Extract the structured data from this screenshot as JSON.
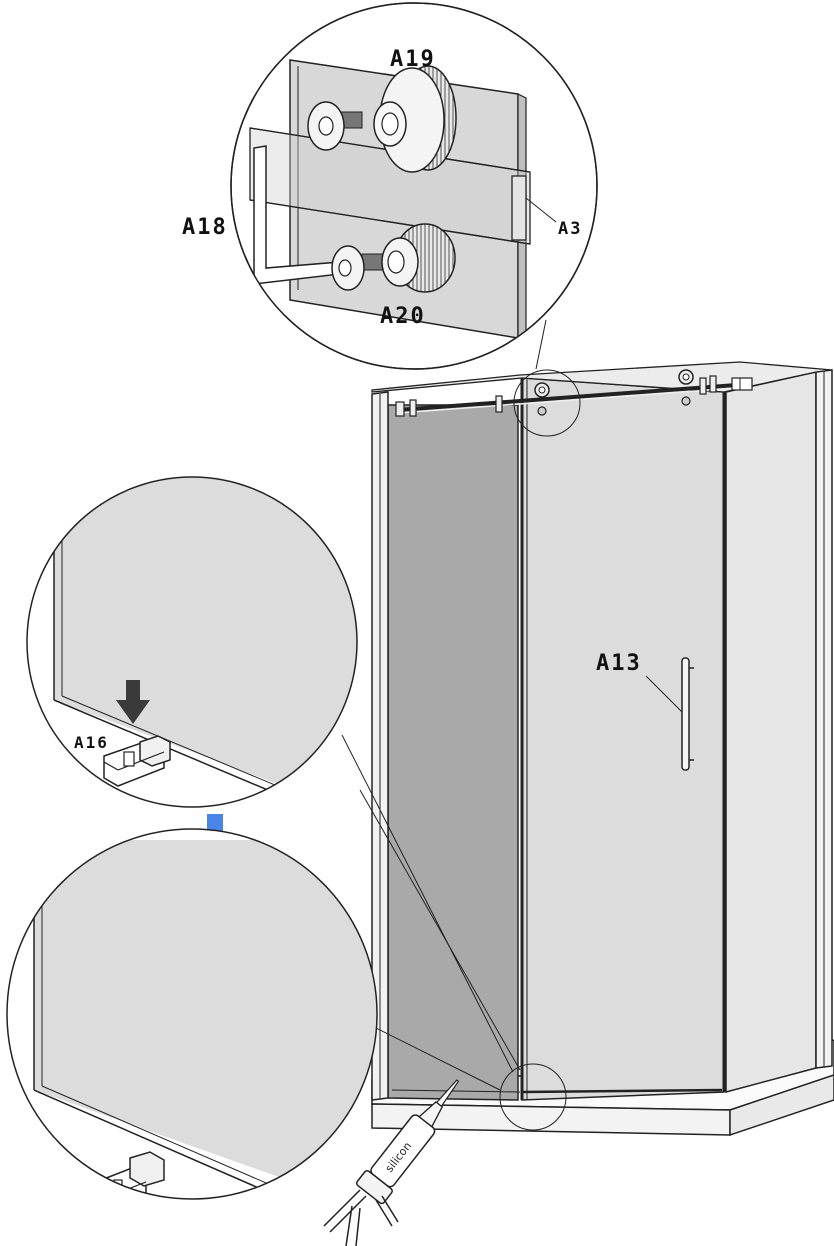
{
  "labels": {
    "a19": "A19",
    "a18": "A18",
    "a3": "A3",
    "a20": "A20",
    "a13": "A13",
    "a16": "A16",
    "silicon": "silicon"
  },
  "icons": {
    "down_arrow_dark": "arrow-down-icon",
    "down_arrow_blue": "arrow-down-icon"
  },
  "colors": {
    "glass": "#dcdcdc",
    "glass_dark": "#a9a9a9",
    "arrow_dark": "#3a3a3a",
    "arrow_blue": "#4a86e8",
    "line": "#222222"
  }
}
